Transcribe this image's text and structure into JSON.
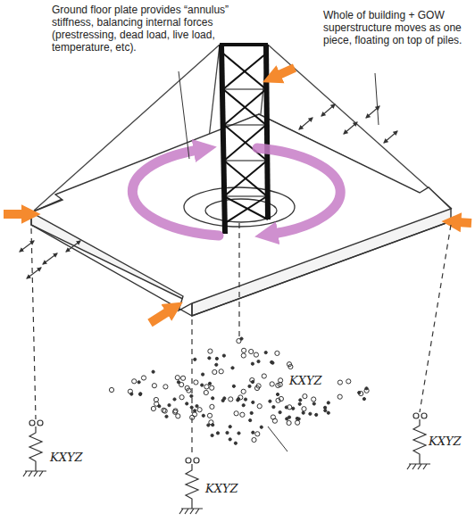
{
  "diagram": {
    "labels": [
      "Ground floor plate provides “annulus” stiffness, balancing internal forces (prestressing, dead load, live load, temperature, etc).",
      "Whole of building + GOW superstructure moves as one piece, floating on top of piles.",
      "KXYZ",
      "KXYZ",
      "KXYZ",
      "KXYZ"
    ]
  }
}
